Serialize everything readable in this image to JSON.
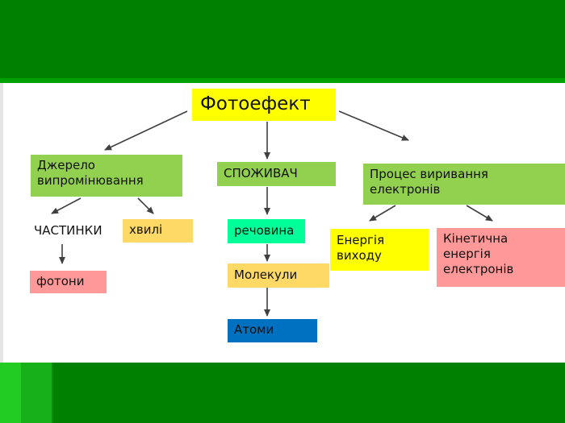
{
  "colors": {
    "green_band": "#008000",
    "title_fill": "#ffff00",
    "green_box": "#92d050",
    "orange_box": "#ffd966",
    "pink_box": "#ff9999",
    "teal_box": "#00ff99",
    "blue_box": "#0070c0",
    "yellow_box": "#ffff00"
  },
  "nodes": {
    "title": "Фотоефект",
    "source": "Джерело\nвипромінювання",
    "consumer": "СПОЖИВАЧ",
    "process": "Процес виривання\nелектронів",
    "particles": "ЧАСТИНКИ",
    "waves": "хвилі",
    "photons": "фотони",
    "substance": "речовина",
    "molecules": "Молекули",
    "atoms": "Атоми",
    "work_function": "Енергія\nвиходу",
    "kinetic": "Кінетична\nенергія\nелектронів"
  }
}
